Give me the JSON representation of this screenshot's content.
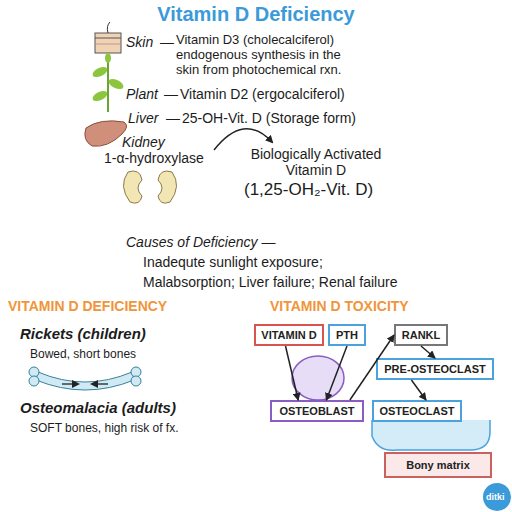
{
  "diagram": {
    "title": "Vitamin D Deficiency",
    "nodes": [
      {
        "text": [
          "VITAMIN D"
        ]
      },
      {
        "text": [
          "PTH"
        ]
      },
      {
        "text": [
          "RANKL"
        ]
      },
      {
        "text": [
          "PRE-OSTEOCLAST"
        ]
      },
      {
        "text": [
          "OSTEOBLAST"
        ]
      },
      {
        "text": [
          "OSTEOCLAST"
        ]
      },
      {
        "text": [
          "Bony matrix"
        ]
      }
    ],
    "edges": [
      {
        "from": 0,
        "to": 4,
        "arrow": "to"
      },
      {
        "from": 1,
        "to": 4,
        "arrow": "to"
      },
      {
        "from": 4,
        "to": 2,
        "arrow": "to"
      },
      {
        "from": 2,
        "to": 3,
        "arrow": "to"
      },
      {
        "from": 3,
        "to": 5,
        "arrow": "to"
      }
    ],
    "labels": [
      "Skin",
      "—",
      "Vitamin D3 (cholecalciferol) endogenous synthesis in the skin from photochemical rxn.",
      "Plant",
      "—",
      "Vitamin D2 (ergocalciferol)",
      "Liver",
      "—",
      "25-OH-Vit. D (Storage form)",
      "Kidney",
      "1-α-hydroxylase",
      "Biologically Activated Vitamin D",
      "(1,25-OH₂-Vit. D)",
      "Causes of Deficiency —",
      "Inadequte sunlight exposure;",
      "Malabsorption; Liver failure; Renal failure",
      "VITAMIN D DEFICIENCY",
      "VITAMIN D TOXICITY",
      "Rickets (children)",
      "Bowed, short bones",
      "Osteomalacia (adults)",
      "SOFT bones, high risk of fx.",
      "ditki"
    ]
  }
}
